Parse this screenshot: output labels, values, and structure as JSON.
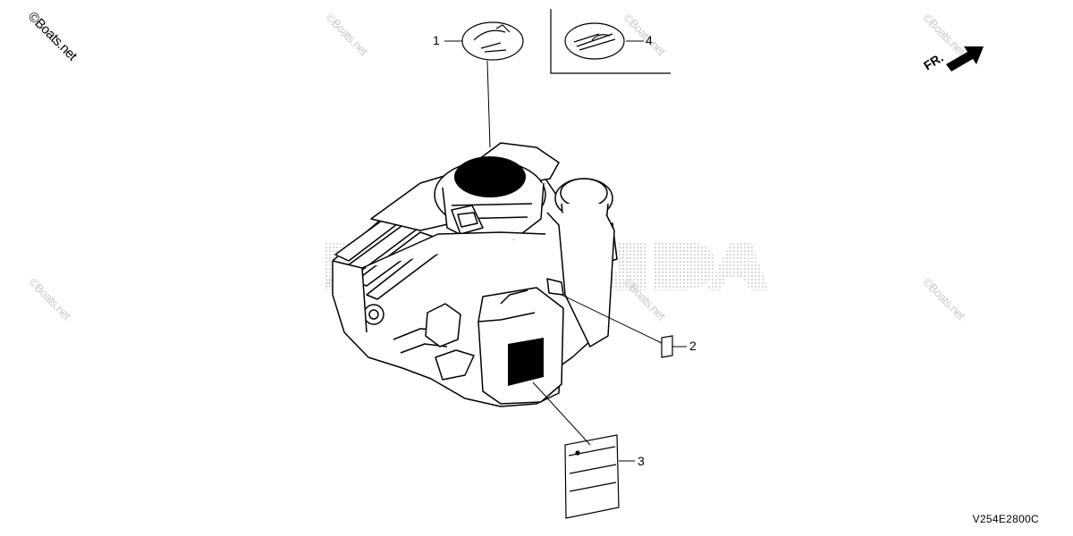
{
  "watermarks": {
    "main": "©Boats.net",
    "faint": "©Boats.net"
  },
  "callouts": [
    {
      "id": "1",
      "label": "1"
    },
    {
      "id": "2",
      "label": "2"
    },
    {
      "id": "3",
      "label": "3"
    },
    {
      "id": "4",
      "label": "4"
    }
  ],
  "direction_label": "FR.",
  "diagram_code": "V254E2800C",
  "background_brand": "HONDA",
  "colors": {
    "line": "#000000",
    "watermark": "#c9c9c9",
    "dots": "#bdbdbd"
  },
  "icons": [
    "direction-arrow-icon"
  ]
}
